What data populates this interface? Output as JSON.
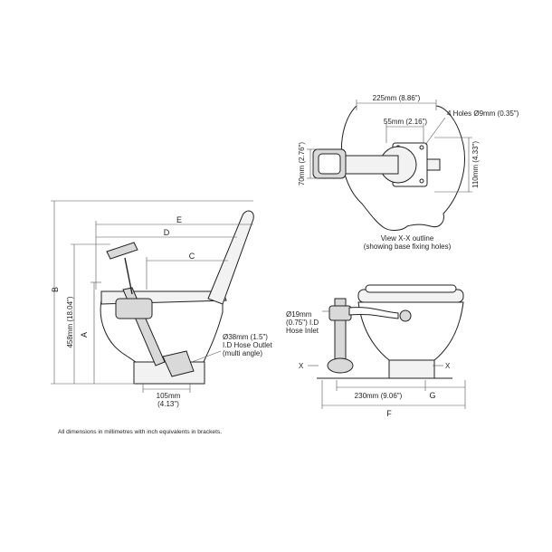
{
  "top_view": {
    "dim_width": "225mm (8.86\")",
    "dim_hole_spacing": "55mm (2.16\")",
    "holes_note": "4 Holes Ø9mm (0.35\")",
    "dim_left_height": "70mm (2.76\")",
    "dim_right_height": "110mm (4.33\")",
    "caption_line1": "View X-X outline",
    "caption_line2": "(showing base fixing holes)"
  },
  "side_view": {
    "label_b": "B",
    "label_a": "A",
    "label_e": "E",
    "label_d": "D",
    "label_c": "C",
    "dim_height": "458mm (18.04\")",
    "outlet_line1": "Ø38mm (1.5\")",
    "outlet_line2": "I.D Hose Outlet",
    "outlet_line3": "(multi angle)",
    "dim_base_line1": "105mm",
    "dim_base_line2": "(4.13\")"
  },
  "front_view": {
    "inlet_line1": "Ø19mm",
    "inlet_line2": "(0.75\") I.D",
    "inlet_line3": "Hose Inlet",
    "section_mark_left": "X",
    "section_mark_right": "X",
    "dim_base_width": "230mm (9.06\")",
    "label_g": "G",
    "label_f": "F"
  },
  "footnote": "All dimensions in millimetres with inch equivalents in brackets."
}
